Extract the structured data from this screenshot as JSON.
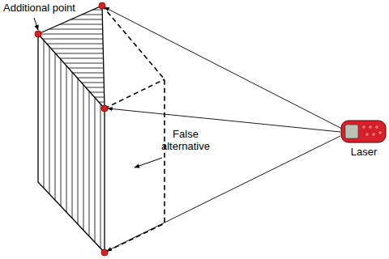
{
  "diagram": {
    "labels": [
      "Additional point",
      "False alternative",
      "Laser"
    ]
  }
}
